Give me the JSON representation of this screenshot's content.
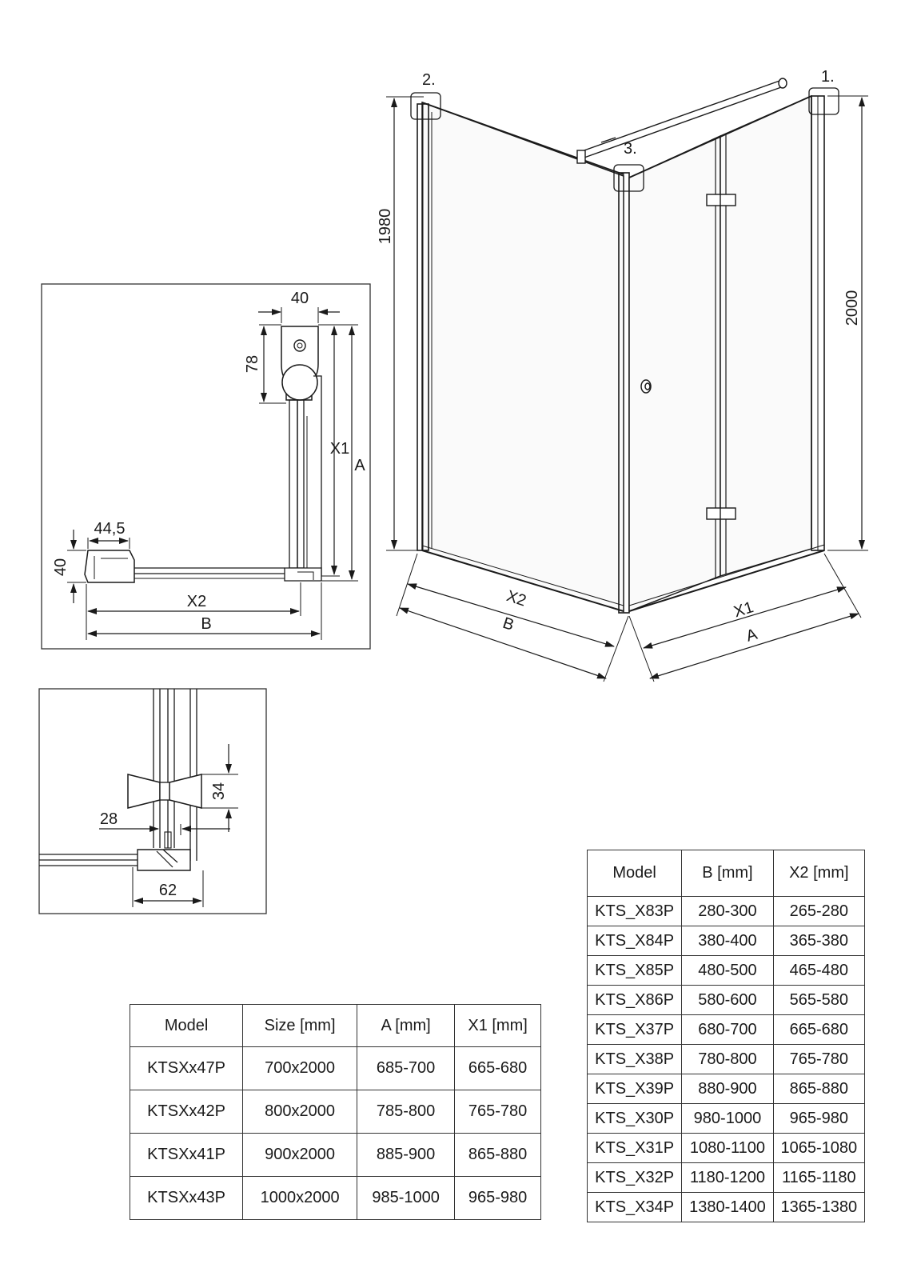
{
  "perspective": {
    "callouts": [
      "1.",
      "2.",
      "3."
    ],
    "height_left": "1980",
    "height_right": "2000",
    "base_labels": [
      "X2",
      "B",
      "X1",
      "A"
    ]
  },
  "top_view": {
    "dims": [
      "40",
      "78",
      "X1",
      "A",
      "44,5",
      "40",
      "X2",
      "B"
    ]
  },
  "detail_view": {
    "dims": [
      "34",
      "28",
      "62"
    ]
  },
  "table_a": {
    "headers": [
      "Model",
      "Size [mm]",
      "A [mm]",
      "X1 [mm]"
    ],
    "rows": [
      [
        "KTSXx47P",
        "700x2000",
        "685-700",
        "665-680"
      ],
      [
        "KTSXx42P",
        "800x2000",
        "785-800",
        "765-780"
      ],
      [
        "KTSXx41P",
        "900x2000",
        "885-900",
        "865-880"
      ],
      [
        "KTSXx43P",
        "1000x2000",
        "985-1000",
        "965-980"
      ]
    ]
  },
  "table_b": {
    "headers": [
      "Model",
      "B [mm]",
      "X2 [mm]"
    ],
    "rows": [
      [
        "KTS_X83P",
        "280-300",
        "265-280"
      ],
      [
        "KTS_X84P",
        "380-400",
        "365-380"
      ],
      [
        "KTS_X85P",
        "480-500",
        "465-480"
      ],
      [
        "KTS_X86P",
        "580-600",
        "565-580"
      ],
      [
        "KTS_X37P",
        "680-700",
        "665-680"
      ],
      [
        "KTS_X38P",
        "780-800",
        "765-780"
      ],
      [
        "KTS_X39P",
        "880-900",
        "865-880"
      ],
      [
        "KTS_X30P",
        "980-1000",
        "965-980"
      ],
      [
        "KTS_X31P",
        "1080-1100",
        "1065-1080"
      ],
      [
        "KTS_X32P",
        "1180-1200",
        "1165-1180"
      ],
      [
        "KTS_X34P",
        "1380-1400",
        "1365-1380"
      ]
    ]
  }
}
